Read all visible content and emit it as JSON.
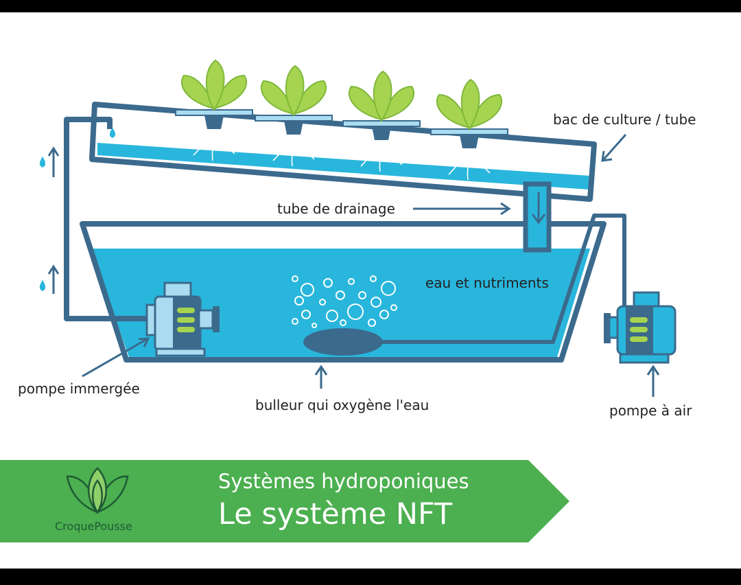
{
  "labels": {
    "culture_tube": "bac de culture / tube",
    "drainage": "tube de drainage",
    "nutrients": "eau et nutriments",
    "submersible_pump": "pompe immergée",
    "bubbler": "bulleur qui oxygène l'eau",
    "air_pump": "pompe à air"
  },
  "banner": {
    "subtitle": "Systèmes hydroponiques",
    "title": "Le système NFT"
  },
  "brand": {
    "name": "CroquePousse"
  },
  "colors": {
    "water": "#29b6dc",
    "outline": "#3b6a8d",
    "leaf": "#a6d450",
    "banner": "#4caf50",
    "brand": "#1e5b34"
  }
}
